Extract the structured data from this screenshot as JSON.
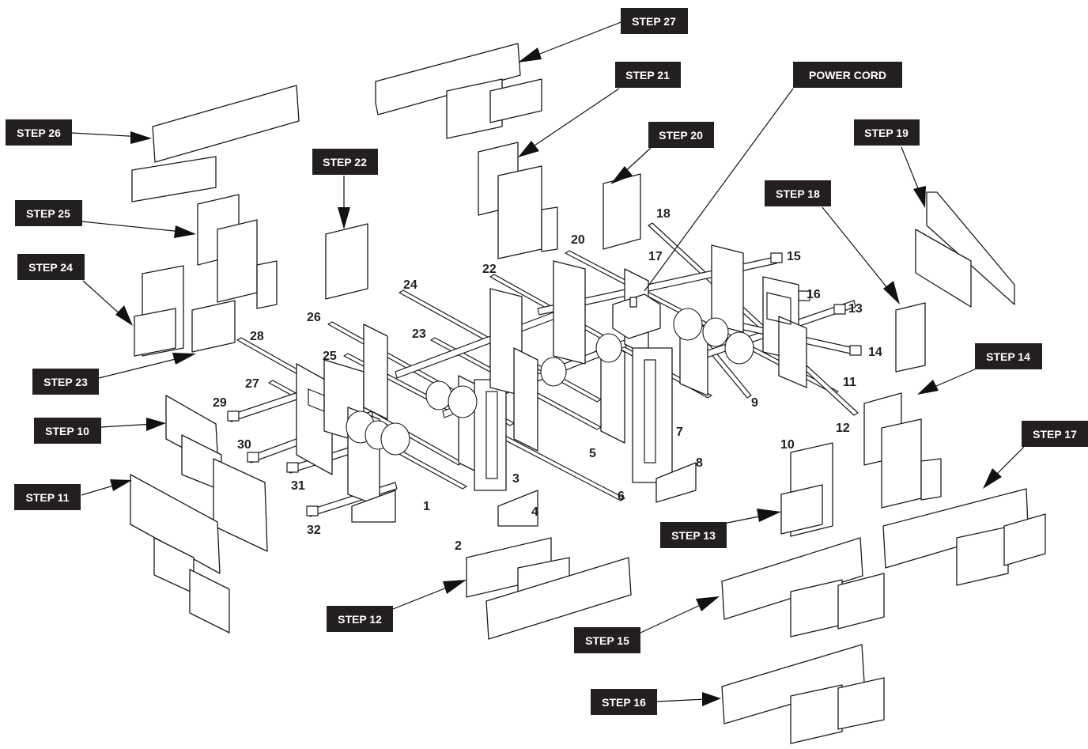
{
  "colors": {
    "label_bg": "#231f20",
    "label_text": "#ffffff",
    "line": "#1a1a1a"
  },
  "labels": {
    "step27": "STEP 27",
    "step21": "STEP 21",
    "step26": "STEP 26",
    "step22": "STEP 22",
    "step20": "STEP 20",
    "power_cord": "POWER CORD",
    "step19": "STEP 19",
    "step18": "STEP 18",
    "step25": "STEP 25",
    "step24": "STEP 24",
    "step23": "STEP 23",
    "step10": "STEP 10",
    "step11": "STEP 11",
    "step14": "STEP 14",
    "step17": "STEP 17",
    "step13": "STEP 13",
    "step12": "STEP 12",
    "step15": "STEP 15",
    "step16": "STEP 16"
  },
  "numbers": {
    "n1": "1",
    "n2": "2",
    "n3": "3",
    "n4": "4",
    "n5": "5",
    "n6": "6",
    "n7": "7",
    "n8": "8",
    "n9": "9",
    "n10": "10",
    "n11": "11",
    "n12": "12",
    "n13": "13",
    "n14": "14",
    "n15": "15",
    "n16": "16",
    "n17": "17",
    "n18": "18",
    "n20": "20",
    "n22": "22",
    "n23": "23",
    "n24": "24",
    "n25": "25",
    "n26": "26",
    "n27": "27",
    "n28": "28",
    "n29": "29",
    "n30": "30",
    "n31": "31",
    "n32": "32"
  }
}
